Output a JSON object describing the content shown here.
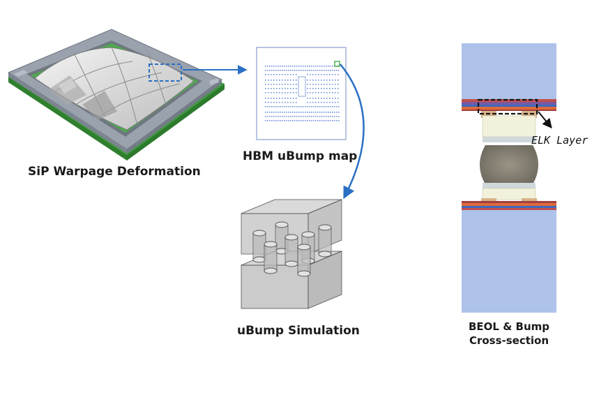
{
  "diagram": {
    "sip_warpage": {
      "caption": "SiP Warpage Deformation"
    },
    "hbm_map": {
      "caption": "HBM uBump map"
    },
    "ubump_simulation": {
      "caption": "uBump Simulation"
    },
    "cross_section": {
      "caption_line1": "BEOL & Bump",
      "caption_line2": "Cross-section",
      "callout_label": "ELK Layer"
    }
  },
  "colors": {
    "arrow_blue": "#2a6fc4",
    "substrate_gray": "#8f97a3",
    "pcb_green": "#3a9a3a",
    "die_surface": "#e4e4e4",
    "wafer_blue": "#aec2ea",
    "underfill_cream": "#f2f2dc",
    "solder_gray": "#8a8578",
    "beol_purple": "#7a5aa0",
    "beol_red": "#c0504d",
    "pad_tan": "#d9b48a",
    "sim_box": "#c8c8c8",
    "map_ink": "#6f8fd8"
  }
}
